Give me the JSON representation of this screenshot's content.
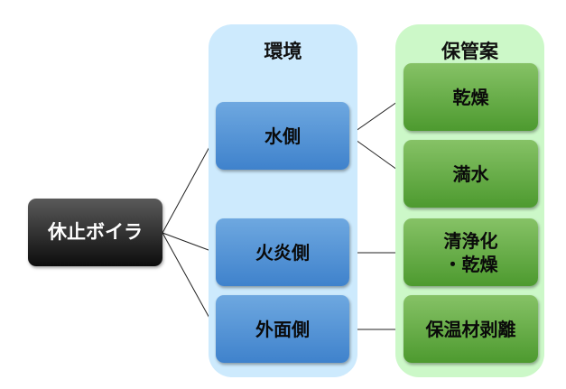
{
  "root": {
    "label": "休止ボイラ"
  },
  "environment": {
    "title": "環境",
    "items": [
      {
        "label": "水側"
      },
      {
        "label": "火炎側"
      },
      {
        "label": "外面側"
      }
    ]
  },
  "plans": {
    "title": "保管案",
    "items": [
      {
        "label": "乾燥"
      },
      {
        "label": "満水"
      },
      {
        "label": "清浄化\n・乾燥"
      },
      {
        "label": "保温材剥離"
      }
    ]
  },
  "colors": {
    "environment_bg": "#cdeafd",
    "plans_bg": "#ccf8c8",
    "blue_box": "#4f8fd4",
    "green_box": "#62ab40",
    "root_box": "#222222"
  }
}
